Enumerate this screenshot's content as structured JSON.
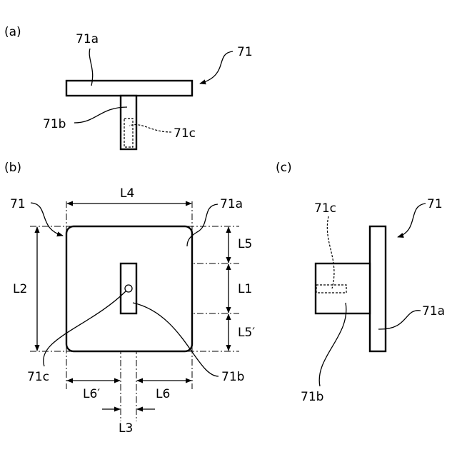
{
  "views": {
    "a": {
      "label": "(a)",
      "part_label": "71",
      "flange_label": "71a",
      "stem_label": "71b",
      "hole_label": "71c"
    },
    "b": {
      "label": "(b)",
      "part_label": "71",
      "flange_label": "71a",
      "stem_label": "71b",
      "hole_label": "71c",
      "dimensions": {
        "L1": "L1",
        "L2": "L2",
        "L3": "L3",
        "L4": "L4",
        "L5": "L5",
        "L5p": "L5′",
        "L6": "L6",
        "L6p": "L6′"
      }
    },
    "c": {
      "label": "(c)",
      "part_label": "71",
      "flange_label": "71a",
      "stem_label": "71b",
      "hole_label": "71c"
    }
  }
}
